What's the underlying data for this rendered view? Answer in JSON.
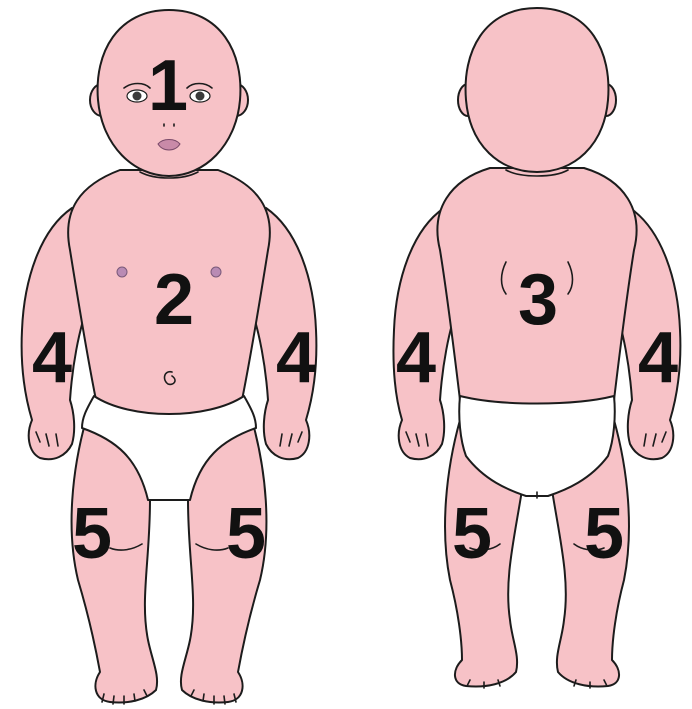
{
  "figure": {
    "colors": {
      "skin": "#f7c2c7",
      "outline": "#1c1c1c",
      "diaper": "#ffffff",
      "nipple": "#b98bb4",
      "lips": "#c98aa8"
    },
    "labels": {
      "head": "1",
      "chest_abdomen": "2",
      "back": "3",
      "arm_front_left": "4",
      "arm_front_right": "4",
      "arm_back_left": "4",
      "arm_back_right": "4",
      "leg_front_left": "5",
      "leg_front_right": "5",
      "leg_back_left": "5",
      "leg_back_right": "5"
    }
  }
}
